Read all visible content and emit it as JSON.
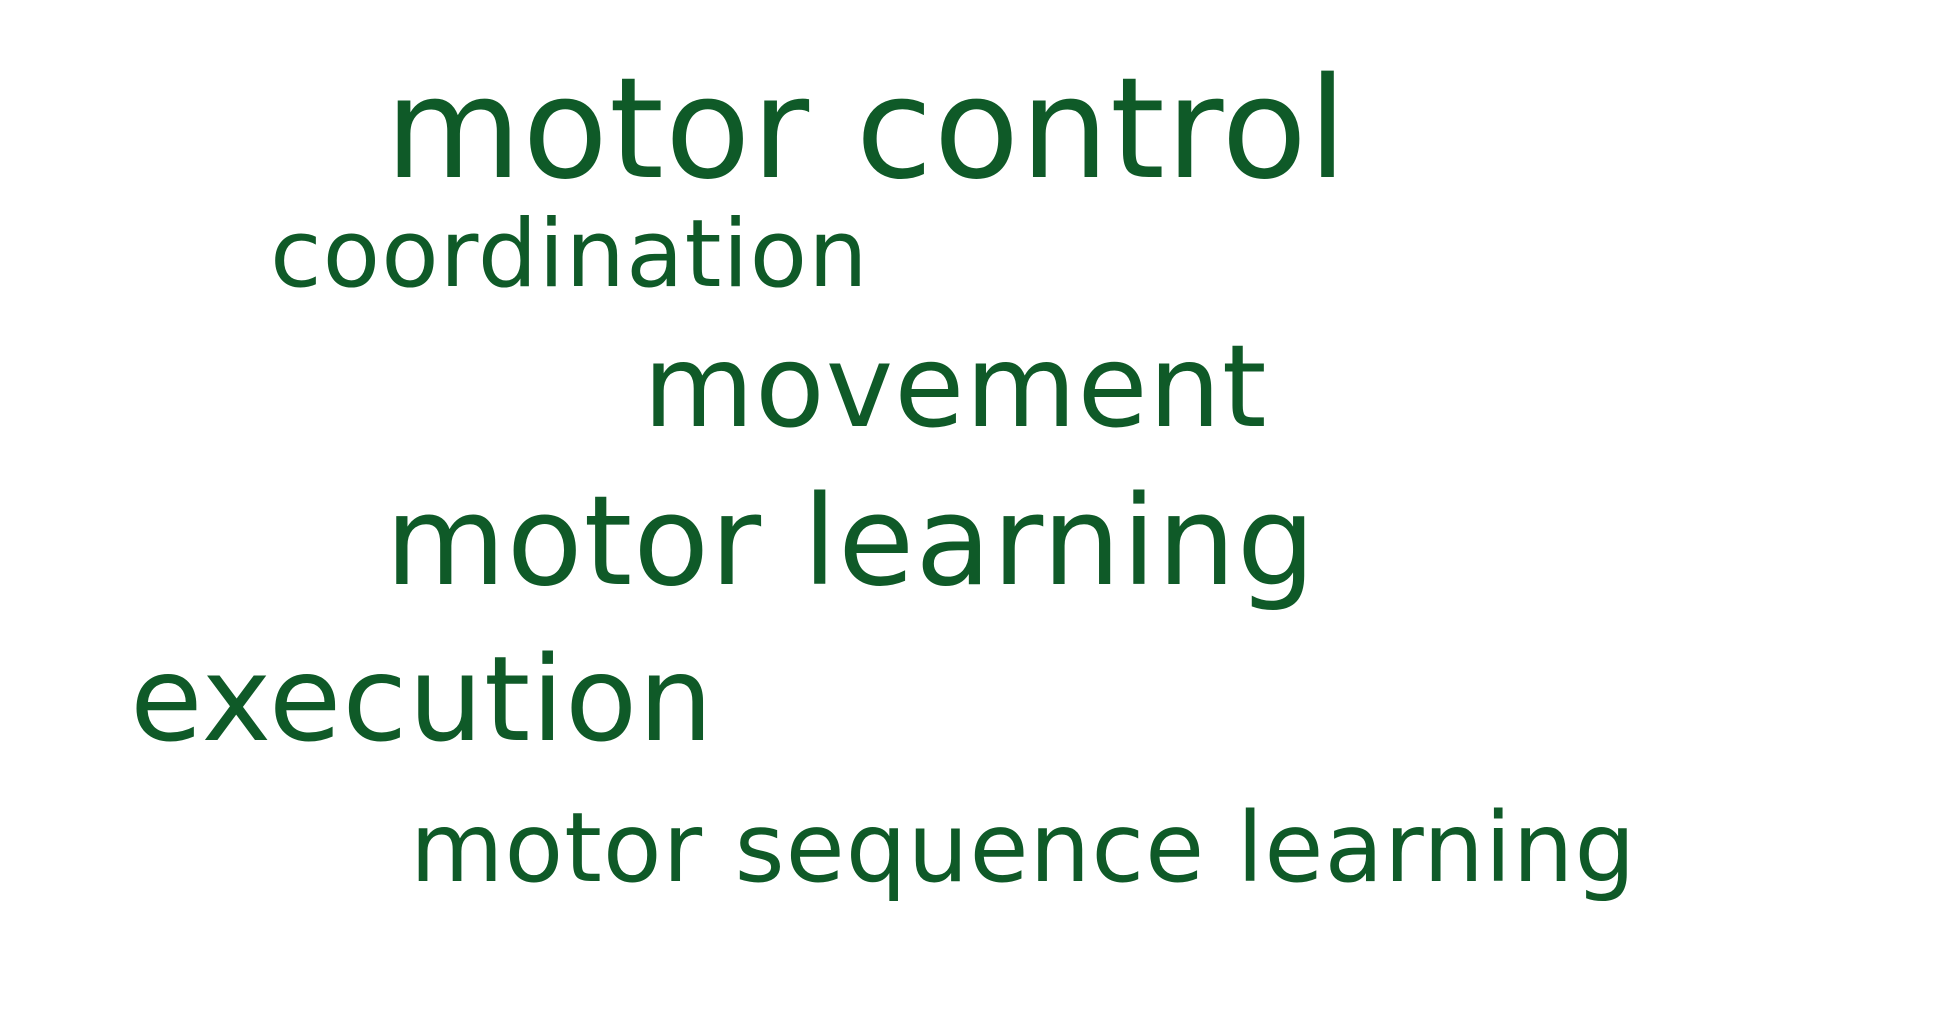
{
  "word_cloud": {
    "color": "#0f5a28",
    "terms": [
      {
        "text": "motor control"
      },
      {
        "text": "coordination"
      },
      {
        "text": "movement"
      },
      {
        "text": "motor learning"
      },
      {
        "text": "execution"
      },
      {
        "text": "motor sequence learning"
      }
    ]
  }
}
